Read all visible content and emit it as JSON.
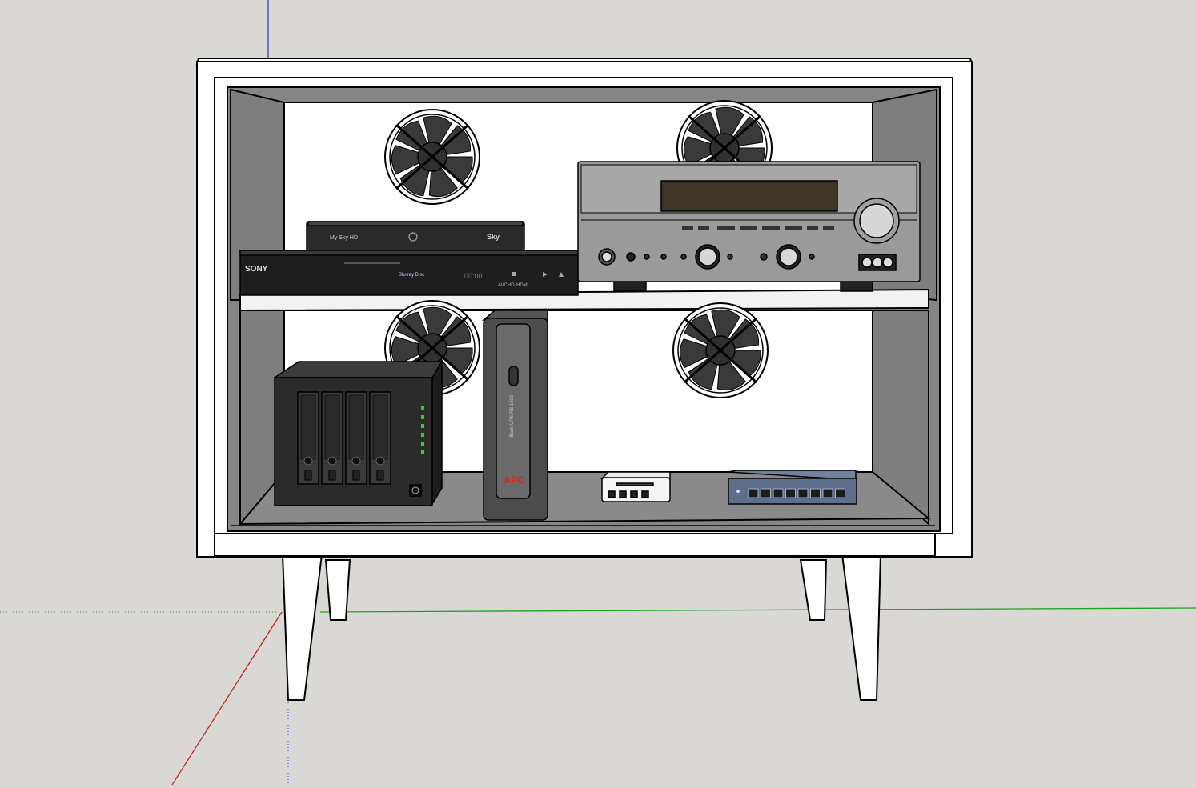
{
  "viewport": {
    "background": "#d9d8d4",
    "axis_colors": {
      "red": "#c21a1a",
      "green": "#1aa31a",
      "blue": "#2a2ad0"
    }
  },
  "cabinet": {
    "frame_color": "#ffffff",
    "interior_side_color": "#808080",
    "shelf_color": "#f2f2f2",
    "outline_color": "#000000"
  },
  "devices": {
    "sky_box": {
      "brand": "Sky",
      "model": "My Sky HD"
    },
    "bluray": {
      "brand": "SONY",
      "format_logo": "Blu-ray Disc",
      "display": "00:00",
      "badges": [
        "AVCHD",
        "HDMI"
      ]
    },
    "receiver": {
      "color": "#9a9a9a",
      "display_color": "#3d3527"
    },
    "nas": {
      "color": "#2b2b2b",
      "bay_count": 4,
      "led_color": "#2fd12f"
    },
    "ups": {
      "brand": "APC",
      "label": "Back-UPS RS 1500",
      "brand_color": "#e02020"
    },
    "hub": {},
    "switch": {
      "port_count": 8,
      "color": "#5d6f8a"
    }
  },
  "fans": {
    "count": 4,
    "blade_color": "#3a3a3a"
  }
}
